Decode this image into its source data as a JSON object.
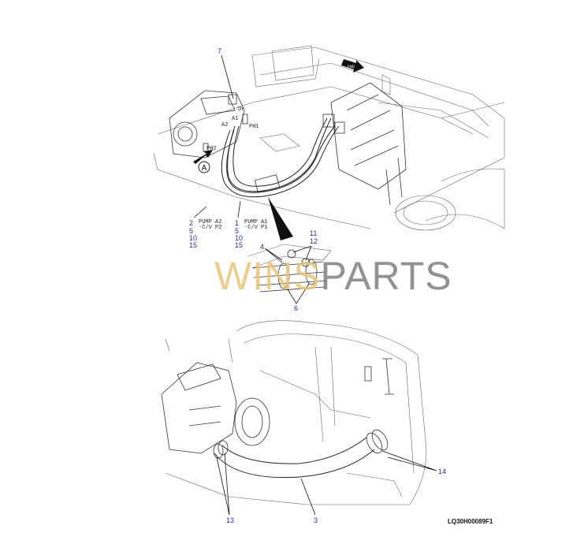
{
  "figure_code": "LQ30H00089F1",
  "watermark": {
    "part1": "WINS",
    "part2": "PARTS",
    "color1": "#e8c67a",
    "color2": "#777777"
  },
  "upper_view": {
    "port_labels": {
      "dr": "Dr",
      "ph1": "PH1",
      "ph2": "PH2",
      "a1": "A1",
      "a2": "A2",
      "fwd": "FWD"
    },
    "view_marker": "A",
    "callouts": {
      "c7": "7",
      "c4": "4",
      "c6": "6",
      "c11": "11",
      "c12": "12"
    },
    "hose_groups": [
      {
        "items": [
          "2",
          "5",
          "10",
          "15"
        ],
        "line1": "PUMP A2",
        "line2": "-C/V P2"
      },
      {
        "items": [
          "1",
          "5",
          "10",
          "15"
        ],
        "line1": "PUMP A1",
        "line2": "-C/V P1"
      }
    ]
  },
  "lower_view": {
    "callouts": {
      "c13": "13",
      "c3": "3",
      "c14": "14"
    }
  }
}
